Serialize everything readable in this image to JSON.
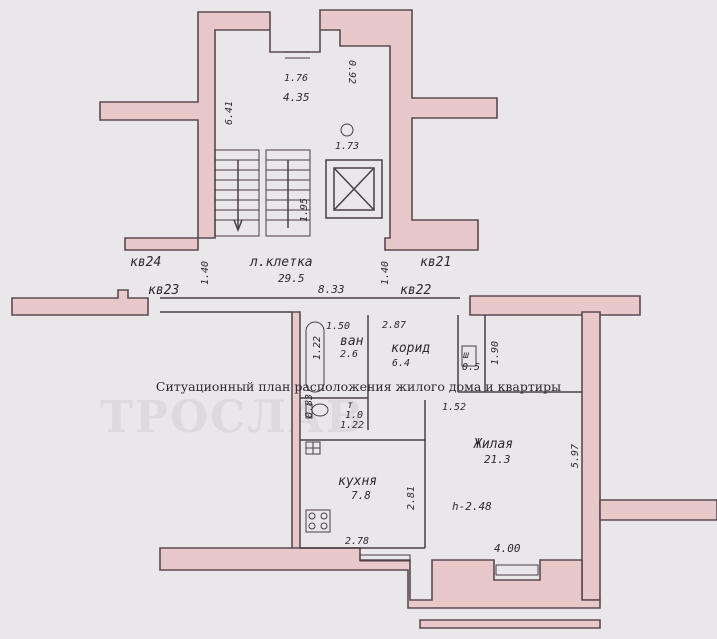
{
  "caption": "Ситуационный план расположения жилого дома и квартиры",
  "rooms": {
    "stairwell": {
      "name": "л.клетка",
      "area": "29.5"
    },
    "bath": {
      "name": "ван",
      "area": "2.6"
    },
    "wc": {
      "name": "т",
      "area": "1.0"
    },
    "corridor": {
      "name": "корид",
      "area": "6.4"
    },
    "closet": {
      "name": "ш",
      "area": "0.5"
    },
    "kitchen": {
      "name": "кухня",
      "area": "7.8"
    },
    "living": {
      "name": "Жилая",
      "area": "21.3",
      "height": "h-2.48"
    }
  },
  "apartments": [
    "кв24",
    "кв23",
    "кв21",
    "кв22"
  ],
  "dimensions": {
    "landing_width": "1.76",
    "landing_area": "4.35",
    "landing_side": "0.92",
    "stair_length": "6.41",
    "shaft": "1.73",
    "flight": "1.95",
    "left_wall": "1.40",
    "right_wall": "1.40",
    "hall_width": "8.33",
    "bath_width": "1.50",
    "corridor_width": "2.87",
    "bath_depth": "1.22",
    "wc_depth": "0.83",
    "wc_width": "1.22",
    "closet_depth": "1.90",
    "corridor_depth": "1.52",
    "living_depth": "5.97",
    "kitchen_depth": "2.81",
    "kitchen_width": "2.78",
    "living_width": "4.00"
  }
}
